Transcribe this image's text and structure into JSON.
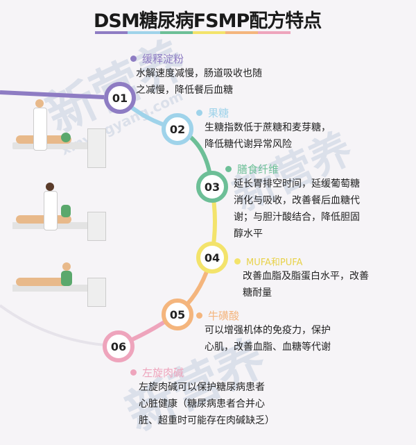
{
  "title": "DSM糖尿病FSMP配方特点",
  "colors": [
    "#8e7cc3",
    "#9fd3ea",
    "#6dbf97",
    "#f3e36b",
    "#f4b57d",
    "#eea4bc"
  ],
  "watermark": {
    "brand": "新营养",
    "url": "xinyingyang.com"
  },
  "items": [
    {
      "num": "01",
      "title": "缓释淀粉",
      "lines": [
        "水解速度减慢，肠道吸收也随",
        "之减慢，降低餐后血糖"
      ]
    },
    {
      "num": "02",
      "title": "果糖",
      "lines": [
        "生糖指数低于蔗糖和麦芽糖，",
        "降低糖代谢异常风险"
      ]
    },
    {
      "num": "03",
      "title": "膳食纤维",
      "lines": [
        "延长胃排空时间，延缓葡萄糖",
        "消化与吸收，改善餐后血糖代",
        "谢；与胆汁酸结合，降低胆固",
        "醇水平"
      ]
    },
    {
      "num": "04",
      "title": "MUFA和PUFA",
      "lines": [
        "改善血脂及脂蛋白水平，改善",
        "糖耐量"
      ]
    },
    {
      "num": "05",
      "title": "牛磺酸",
      "lines": [
        "可以增强机体的免疫力，保护",
        "心肌，改善血脂、血糖等代谢"
      ]
    },
    {
      "num": "06",
      "title": "左旋肉碱",
      "lines": [
        "左旋肉碱可以保护糖尿病患者",
        "心脏健康（糖尿病患者合并心",
        "脏、超重时可能存在肉碱缺乏）"
      ]
    }
  ]
}
